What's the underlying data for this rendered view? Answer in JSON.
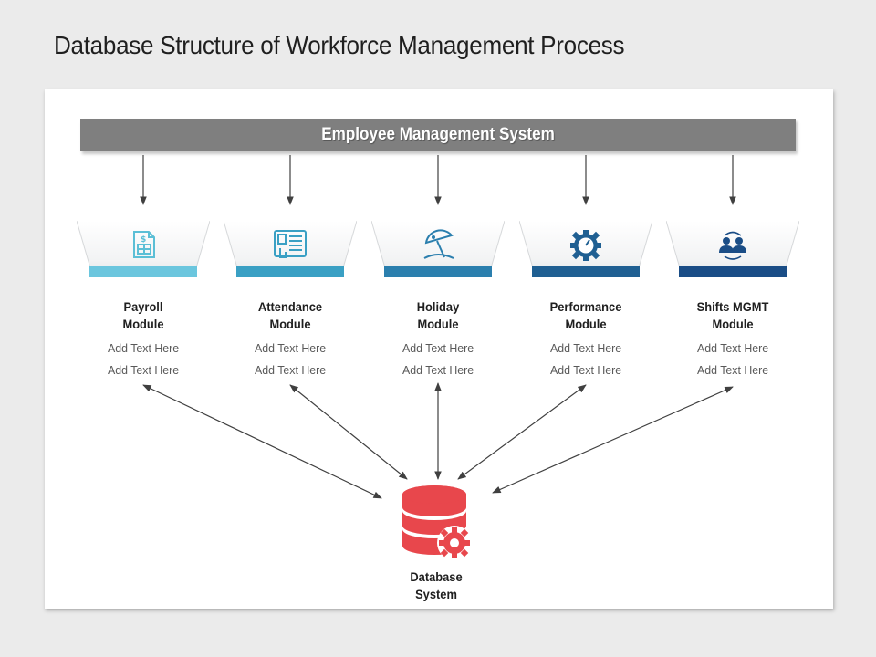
{
  "title": "Database Structure of Workforce Management Process",
  "banner": "Employee Management System",
  "modules": [
    {
      "line1": "Payroll",
      "line2": "Module",
      "text1": "Add Text Here",
      "text2": "Add Text Here",
      "color": "#6bc6de",
      "icon": "payroll-document-icon"
    },
    {
      "line1": "Attendance",
      "line2": "Module",
      "text1": "Add Text Here",
      "text2": "Add Text Here",
      "color": "#3aa0c4",
      "icon": "attendance-terminal-icon"
    },
    {
      "line1": "Holiday",
      "line2": "Module",
      "text1": "Add Text Here",
      "text2": "Add Text Here",
      "color": "#2b7fae",
      "icon": "holiday-umbrella-icon"
    },
    {
      "line1": "Performance",
      "line2": "Module",
      "text1": "Add Text Here",
      "text2": "Add Text Here",
      "color": "#1f5f92",
      "icon": "performance-gear-icon"
    },
    {
      "line1": "Shifts MGMT",
      "line2": "Module",
      "text1": "Add Text Here",
      "text2": "Add Text Here",
      "color": "#1a4d86",
      "icon": "shift-users-icon"
    }
  ],
  "database": {
    "line1": "Database",
    "line2": "System",
    "color": "#e8474c",
    "icon": "database-gear-icon"
  },
  "colors": {
    "banner": "#7f7f7f",
    "arrow": "#404040"
  }
}
